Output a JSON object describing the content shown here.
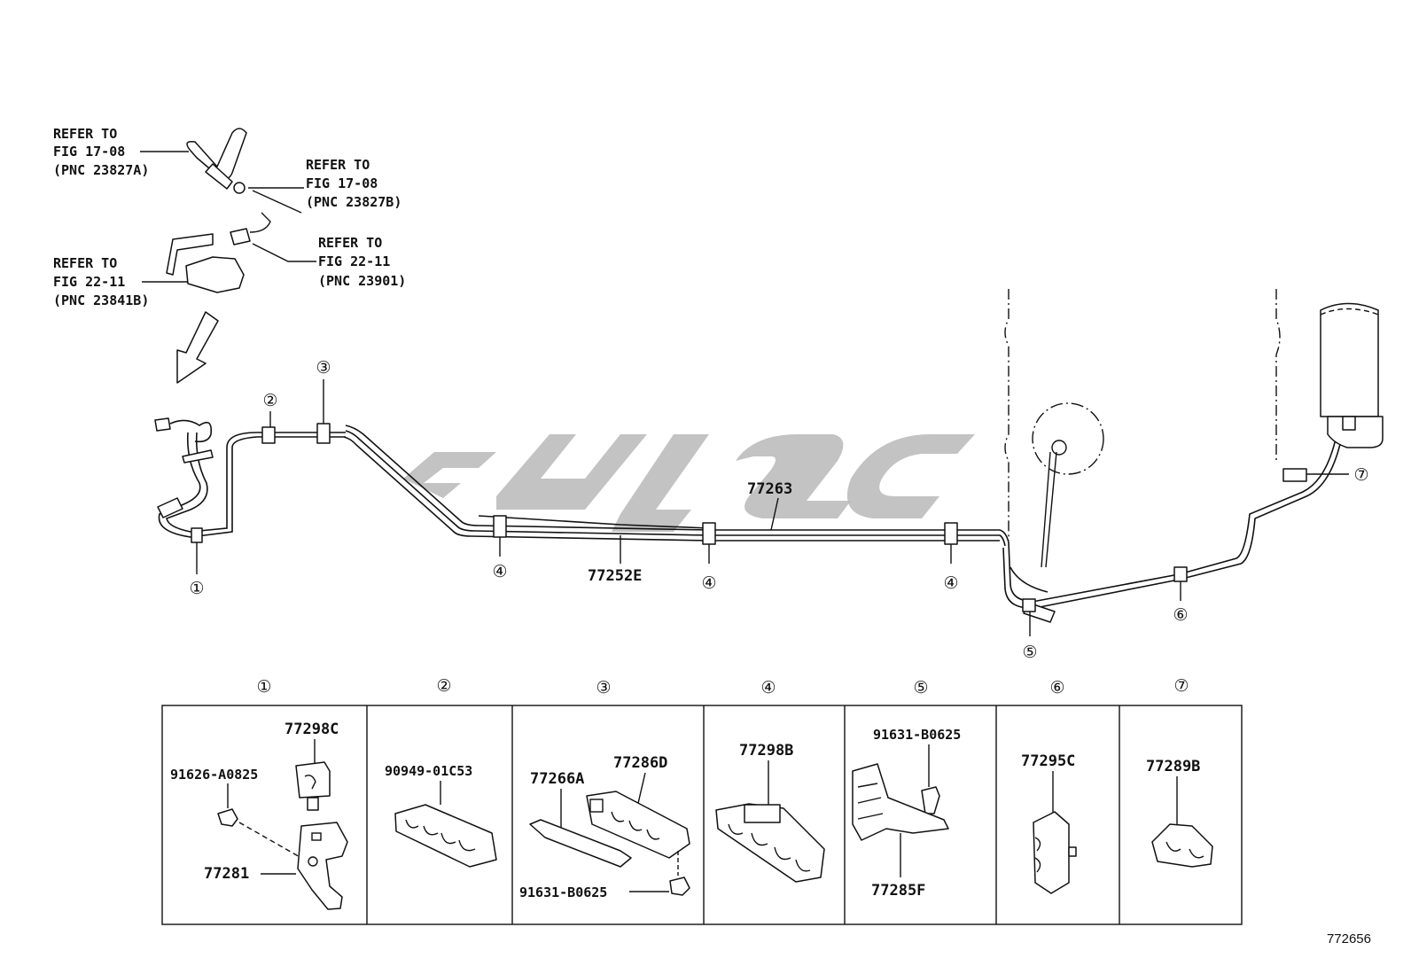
{
  "refer_notes": [
    {
      "id": "ref-17-08-a",
      "lines": [
        "REFER TO",
        "FIG 17-08",
        "(PNC 23827A)"
      ]
    },
    {
      "id": "ref-17-08-b",
      "lines": [
        "REFER TO",
        "FIG 17-08",
        "(PNC 23827B)"
      ]
    },
    {
      "id": "ref-22-11-a",
      "lines": [
        "REFER TO",
        "FIG 22-11",
        "(PNC 23901)"
      ]
    },
    {
      "id": "ref-22-11-b",
      "lines": [
        "REFER TO",
        "FIG 22-11",
        "(PNC 23841B)"
      ]
    }
  ],
  "tube_labels": {
    "upper": "77263",
    "lower": "77252E"
  },
  "callouts": {
    "c1": "①",
    "c2": "②",
    "c3": "③",
    "c4": "④",
    "c5": "⑤",
    "c6": "⑥",
    "c7": "⑦"
  },
  "detail_panels": [
    {
      "key": "①",
      "parts": [
        "77298C",
        "91626-A0825",
        "77281"
      ]
    },
    {
      "key": "②",
      "parts": [
        "90949-01C53"
      ]
    },
    {
      "key": "③",
      "parts": [
        "77266A",
        "77286D",
        "91631-B0625"
      ]
    },
    {
      "key": "④",
      "parts": [
        "77298B"
      ]
    },
    {
      "key": "⑤",
      "parts": [
        "91631-B0625",
        "77285F"
      ]
    },
    {
      "key": "⑥",
      "parts": [
        "77295C"
      ]
    },
    {
      "key": "⑦",
      "parts": [
        "77289B"
      ]
    }
  ],
  "figure_id": "772656",
  "colors": {
    "line": "#111111",
    "watermark": "#b9b9b9",
    "background": "#ffffff"
  }
}
